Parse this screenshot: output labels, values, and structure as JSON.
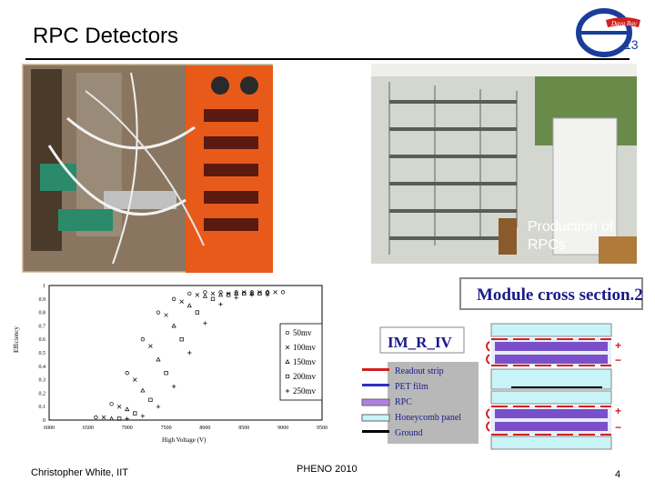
{
  "slide": {
    "title": "RPC Detectors",
    "page_number": "4"
  },
  "logo": {
    "brand_text": "Daya Bay",
    "subscript": "13"
  },
  "photos": {
    "storage_caption_line1": "Production of",
    "storage_caption_line2": "RPCs"
  },
  "efficiency_plot": {
    "ylabel": "Efficiency",
    "xlabel": "High Voltage (V)",
    "legend": [
      "50mv",
      "100mv",
      "150mv",
      "200mv",
      "250mv"
    ]
  },
  "chart_data": {
    "type": "scatter",
    "title": "",
    "xlabel": "High Voltage (V)",
    "ylabel": "Efficiency",
    "xlim": [
      6000,
      9500
    ],
    "ylim": [
      0,
      1
    ],
    "x_ticks": [
      "6000",
      "6500",
      "7000",
      "7500",
      "8000",
      "8500",
      "9000",
      "9500"
    ],
    "y_ticks": [
      "0",
      "0.1",
      "0.2",
      "0.3",
      "0.4",
      "0.5",
      "0.6",
      "0.7",
      "0.8",
      "0.9",
      "1"
    ],
    "series": [
      {
        "name": "50mv",
        "x": [
          6600,
          6800,
          7000,
          7200,
          7400,
          7600,
          7800,
          8000,
          8200,
          8400,
          8600,
          8800,
          9000
        ],
        "y": [
          0.02,
          0.12,
          0.35,
          0.6,
          0.8,
          0.9,
          0.94,
          0.95,
          0.95,
          0.95,
          0.95,
          0.95,
          0.95
        ]
      },
      {
        "name": "100mv",
        "x": [
          6700,
          6900,
          7100,
          7300,
          7500,
          7700,
          7900,
          8100,
          8300,
          8500,
          8700,
          8900
        ],
        "y": [
          0.02,
          0.1,
          0.3,
          0.55,
          0.78,
          0.88,
          0.93,
          0.94,
          0.94,
          0.95,
          0.95,
          0.95
        ]
      },
      {
        "name": "150mv",
        "x": [
          6800,
          7000,
          7200,
          7400,
          7600,
          7800,
          8000,
          8200,
          8400,
          8600,
          8800
        ],
        "y": [
          0.01,
          0.08,
          0.22,
          0.45,
          0.7,
          0.85,
          0.92,
          0.93,
          0.94,
          0.94,
          0.95
        ]
      },
      {
        "name": "200mv",
        "x": [
          6900,
          7100,
          7300,
          7500,
          7700,
          7900,
          8100,
          8300,
          8500,
          8700
        ],
        "y": [
          0.01,
          0.05,
          0.15,
          0.35,
          0.6,
          0.8,
          0.9,
          0.93,
          0.94,
          0.94
        ]
      },
      {
        "name": "250mv",
        "x": [
          7000,
          7200,
          7400,
          7600,
          7800,
          8000,
          8200,
          8400,
          8600,
          8800
        ],
        "y": [
          0.01,
          0.03,
          0.1,
          0.25,
          0.5,
          0.72,
          0.86,
          0.91,
          0.93,
          0.93
        ]
      }
    ],
    "legend_position": "right",
    "grid": false
  },
  "module_diagram": {
    "title": "Module cross section.2",
    "label": "IM_R_IV",
    "legend": [
      {
        "label": "Readout strip",
        "color": "#d22020"
      },
      {
        "label": "PET film",
        "color": "#3030c0"
      },
      {
        "label": "RPC",
        "color": "#b080e0"
      },
      {
        "label": "Honeycomb panel",
        "color": "#c8f4f8"
      },
      {
        "label": "Ground",
        "color": "#000000"
      }
    ]
  },
  "footer": {
    "author": "Christopher White, IIT",
    "conference": "PHENO 2010"
  }
}
